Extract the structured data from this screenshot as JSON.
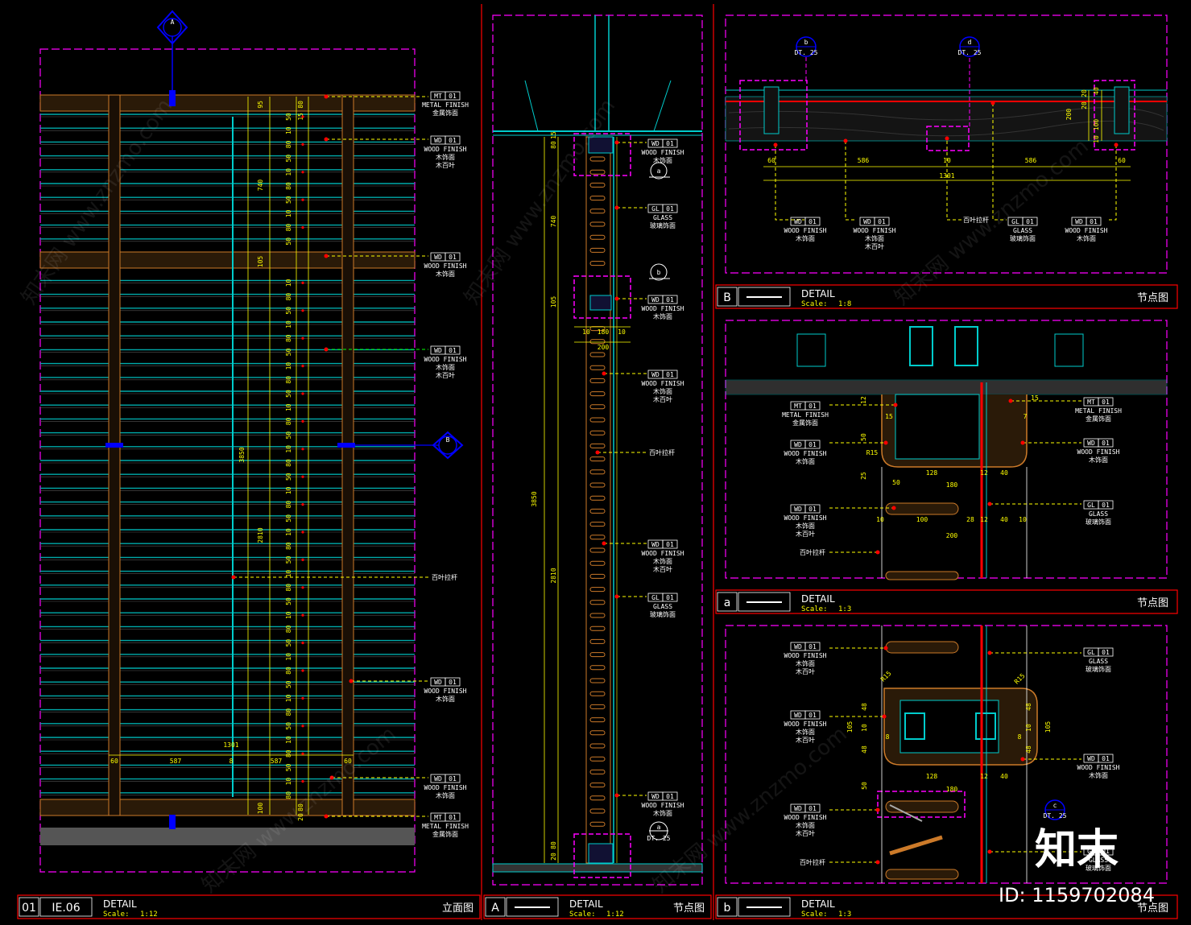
{
  "title_blocks": [
    {
      "num": "01",
      "ref": "IE.06",
      "label": "DETAIL",
      "scale": "Scale:",
      "scale_val": "1:12",
      "cn": "立面图"
    },
    {
      "num": "A",
      "ref": "",
      "label": "DETAIL",
      "scale": "Scale:",
      "scale_val": "1:12",
      "cn": "节点图"
    },
    {
      "num": "B",
      "ref": "",
      "label": "DETAIL",
      "scale": "Scale:",
      "scale_val": "1:8",
      "cn": "节点图"
    },
    {
      "num": "a",
      "ref": "",
      "label": "DETAIL",
      "scale": "Scale:",
      "scale_val": "1:3",
      "cn": "节点图"
    },
    {
      "num": "b",
      "ref": "",
      "label": "DETAIL",
      "scale": "Scale:",
      "scale_val": "1:3",
      "cn": "节点图"
    }
  ],
  "tags": {
    "mt_metal": {
      "code": "MT",
      "num": "01",
      "en": "METAL FINISH",
      "cn": "金属饰面"
    },
    "wd_wood": {
      "code": "WD",
      "num": "01",
      "en": "WOOD FINISH",
      "cn": "木饰面"
    },
    "wd_wood_louver": {
      "code": "WD",
      "num": "01",
      "en": "WOOD FINISH",
      "cn": "木饰面",
      "cn2": "木百叶"
    },
    "gl_glass": {
      "code": "GL",
      "num": "01",
      "en": "GLASS",
      "cn": "玻璃饰面"
    },
    "louver_rod": "百叶拉杆"
  },
  "markers": {
    "sec_A": "A",
    "sec_B": "B",
    "call_a": "a",
    "call_b": "b",
    "call_c": "c",
    "call_d": "d",
    "dt25": "DT. 25"
  },
  "dims": {
    "elev_top": [
      "95",
      "80",
      "15"
    ],
    "elev_h740": "740",
    "elev_h105": "105",
    "elev_h3850": "3850",
    "elev_h2810": "2810",
    "elev_w1301": "1301",
    "elev_w": [
      "60",
      "587",
      "8",
      "587",
      "60"
    ],
    "elev_bot": [
      "100",
      "20",
      "80"
    ],
    "louver_spacing": [
      "50",
      "10",
      "80"
    ],
    "sec_top": [
      "80",
      "15"
    ],
    "sec_h740": "740",
    "sec_h105": "105",
    "sec_w": [
      "10",
      "180",
      "10"
    ],
    "sec_w200": "200",
    "sec_h3850": "3850",
    "sec_h2810": "2810",
    "sec_bot": [
      "20",
      "80"
    ],
    "b_w": [
      "60",
      "586",
      "10",
      "586",
      "60"
    ],
    "b_w1301": "1301",
    "b_h": [
      "40",
      "20",
      "200",
      "20",
      "100",
      "10"
    ],
    "a_dims": [
      "12",
      "15",
      "50",
      "R15",
      "25",
      "50",
      "128",
      "180",
      "12",
      "40",
      "10",
      "100",
      "28",
      "12",
      "40",
      "10",
      "200",
      "15",
      "7"
    ],
    "bb_dims": [
      "R15",
      "R15",
      "48",
      "10",
      "105",
      "48",
      "8",
      "10",
      "48",
      "105",
      "8",
      "48",
      "50",
      "128",
      "180",
      "12",
      "40"
    ]
  },
  "watermark": "知末网 www.znzmo.com",
  "brand": "知末",
  "id_label": "ID: 1159702084",
  "colors": {
    "frame": "#ff00ff",
    "sheet": "#ff0000",
    "wood": "#cc7a29",
    "glass": "#00cccc",
    "dim": "#ffff00",
    "leader": "#ffff00",
    "marker": "#0000ff"
  }
}
